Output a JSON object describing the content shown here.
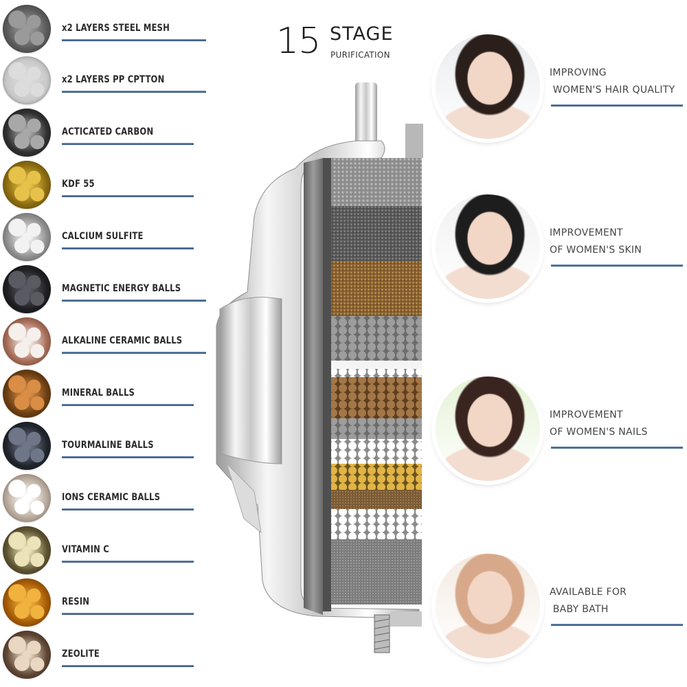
{
  "title": {
    "number": "15",
    "word": "STAGE",
    "subtitle": "PURIFICATION"
  },
  "stages": [
    {
      "label": "x2 LAYERS STEEL MESH",
      "texture": "steel-mesh",
      "colors": [
        "#5a5a5a",
        "#9a9a9a"
      ]
    },
    {
      "label": "x2 LAYERS PP CPTTON",
      "texture": "pp-cotton",
      "colors": [
        "#c9c9c9",
        "#dcdcdc"
      ]
    },
    {
      "label": "ACTICATED CARBON",
      "texture": "activated-carbon",
      "colors": [
        "#2f2f2f",
        "#a8a8a8"
      ]
    },
    {
      "label": "KDF 55",
      "texture": "kdf-55",
      "colors": [
        "#8a6a10",
        "#e6c24a"
      ]
    },
    {
      "label": "CALCIUM SULFITE",
      "texture": "calcium-sulfite",
      "colors": [
        "#8e8e8e",
        "#f2f2f2"
      ]
    },
    {
      "label": "MAGNETIC ENERGY BALLS",
      "texture": "magnetic-energy-balls",
      "colors": [
        "#1e1e22",
        "#5a5a62"
      ]
    },
    {
      "label": "ALKALINE CERAMIC BALLS",
      "texture": "alkaline-ceramic-balls",
      "colors": [
        "#a56b55",
        "#f6f0ec"
      ]
    },
    {
      "label": "MINERAL BALLS",
      "texture": "mineral-balls",
      "colors": [
        "#6b3e12",
        "#d98d45"
      ]
    },
    {
      "label": "TOURMALINE BALLS",
      "texture": "tourmaline-balls",
      "colors": [
        "#20242c",
        "#6e7688"
      ]
    },
    {
      "label": "IONS CERAMIC BALLS",
      "texture": "ions-ceramic-balls",
      "colors": [
        "#b7a89a",
        "#ffffff"
      ]
    },
    {
      "label": "VITAMIN C",
      "texture": "vitamin-c",
      "colors": [
        "#5d5230",
        "#ece3b8"
      ]
    },
    {
      "label": "RESIN",
      "texture": "resin",
      "colors": [
        "#a55a05",
        "#f1b33e"
      ]
    },
    {
      "label": "ZEOLITE",
      "texture": "zeolite",
      "colors": [
        "#5e4533",
        "#e9d7c2"
      ]
    }
  ],
  "benefits": [
    {
      "line1": "IMPROVING",
      "line2": " WOMEN'S HAIR QUALITY",
      "photo": "woman-hair-photo",
      "colors": [
        "#e9ecef",
        "#2a1f1a"
      ]
    },
    {
      "line1": "IMPROVEMENT",
      "line2": "OF WOMEN'S SKIN",
      "photo": "woman-skin-photo",
      "colors": [
        "#f1f1f1",
        "#1d1d1d"
      ]
    },
    {
      "line1": "IMPROVEMENT",
      "line2": "OF WOMEN'S NAILS",
      "photo": "woman-nails-photo",
      "colors": [
        "#e4f3d6",
        "#3a2420"
      ]
    },
    {
      "line1": "AVAILABLE FOR",
      "line2": " BABY BATH",
      "photo": "baby-bath-photo",
      "colors": [
        "#f4ebe2",
        "#d7a98a"
      ]
    }
  ],
  "product": {
    "name": "shower-filter-cutaway",
    "layers": [
      {
        "name": "steel-mesh",
        "color": "#8a8a8a"
      },
      {
        "name": "activated-carbon",
        "color": "#5c5c5c"
      },
      {
        "name": "kdf-55",
        "color": "#9b7336"
      },
      {
        "name": "magnetic-balls",
        "color": "#8d8d8d"
      },
      {
        "name": "white-balls",
        "color": "#ffffff"
      },
      {
        "name": "mineral-balls",
        "color": "#9a6e3f"
      },
      {
        "name": "grey-balls",
        "color": "#8f9090"
      },
      {
        "name": "ion-ceramic",
        "color": "#f4f4f4"
      },
      {
        "name": "vitamin-c",
        "color": "#d4a531"
      },
      {
        "name": "resin",
        "color": "#7c5b34"
      },
      {
        "name": "zeolite",
        "color": "#eeeaea"
      },
      {
        "name": "bottom-mesh",
        "color": "#7f7f7f"
      }
    ]
  }
}
